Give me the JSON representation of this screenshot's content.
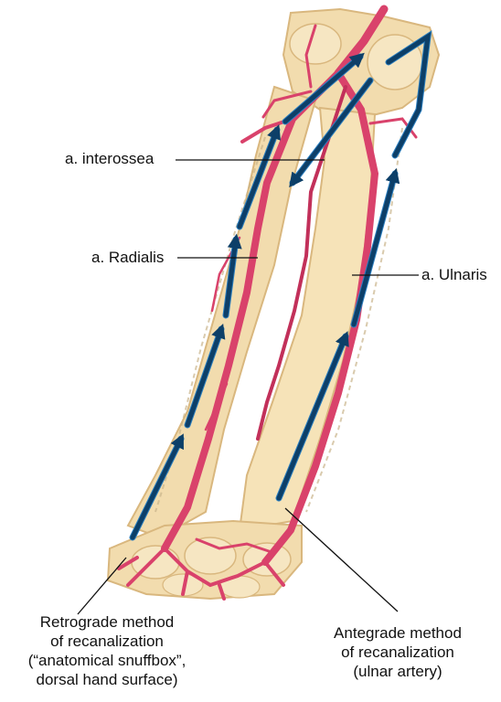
{
  "labels": {
    "interossea": "a. interossea",
    "radialis": "a. Radialis",
    "ulnaris": "a. Ulnaris"
  },
  "retrograde": {
    "lines": [
      "Retrograde method",
      "of recanalization",
      "(“anatomical snuffbox”,",
      "dorsal hand surface)"
    ]
  },
  "antegrade": {
    "lines": [
      "Antegrade method",
      "of recanalization",
      "(ulnar artery)"
    ]
  },
  "colors": {
    "artery": "#d9426b",
    "artery_dark": "#b8244f",
    "bone": "#f2dcae",
    "bone_shadow": "#d9b77e",
    "arrow": "#0d3f68",
    "arrow_edge": "#2b7fc0",
    "leader": "#111111"
  }
}
